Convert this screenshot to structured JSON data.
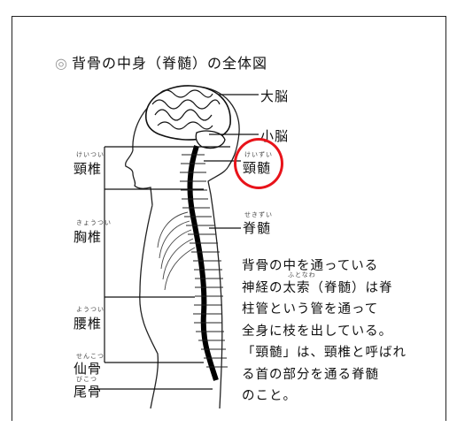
{
  "title": "背骨の中身（脊髄）の全体図",
  "title_bullet": "◎",
  "labels": {
    "cerebrum": "大脳",
    "cerebellum": "小脳",
    "cervical_cord": "頸髄",
    "cervical_cord_ruby": "けいずい",
    "spinal_cord": "脊髄",
    "spinal_cord_ruby": "せきずい",
    "cervical_vertebrae": "頸椎",
    "cervical_vertebrae_ruby": "けいつい",
    "thoracic_vertebrae": "胸椎",
    "thoracic_vertebrae_ruby": "きょうつい",
    "lumbar_vertebrae": "腰椎",
    "lumbar_vertebrae_ruby": "ようつい",
    "sacrum": "仙骨",
    "sacrum_ruby": "せんこつ",
    "coccyx": "尾骨",
    "coccyx_ruby": "びこつ"
  },
  "description": {
    "furigana": "ふとなわ",
    "lines": [
      "背骨の中を通っている",
      "神経の太索（脊髄）は脊",
      "柱管という管を通って",
      "全身に枝を出している。",
      "「頸髄」は、頸椎と呼ばれ",
      "る首の部分を通る脊髄",
      "のこと。"
    ]
  },
  "colors": {
    "highlight": "#e8131a",
    "ink": "#111111"
  }
}
